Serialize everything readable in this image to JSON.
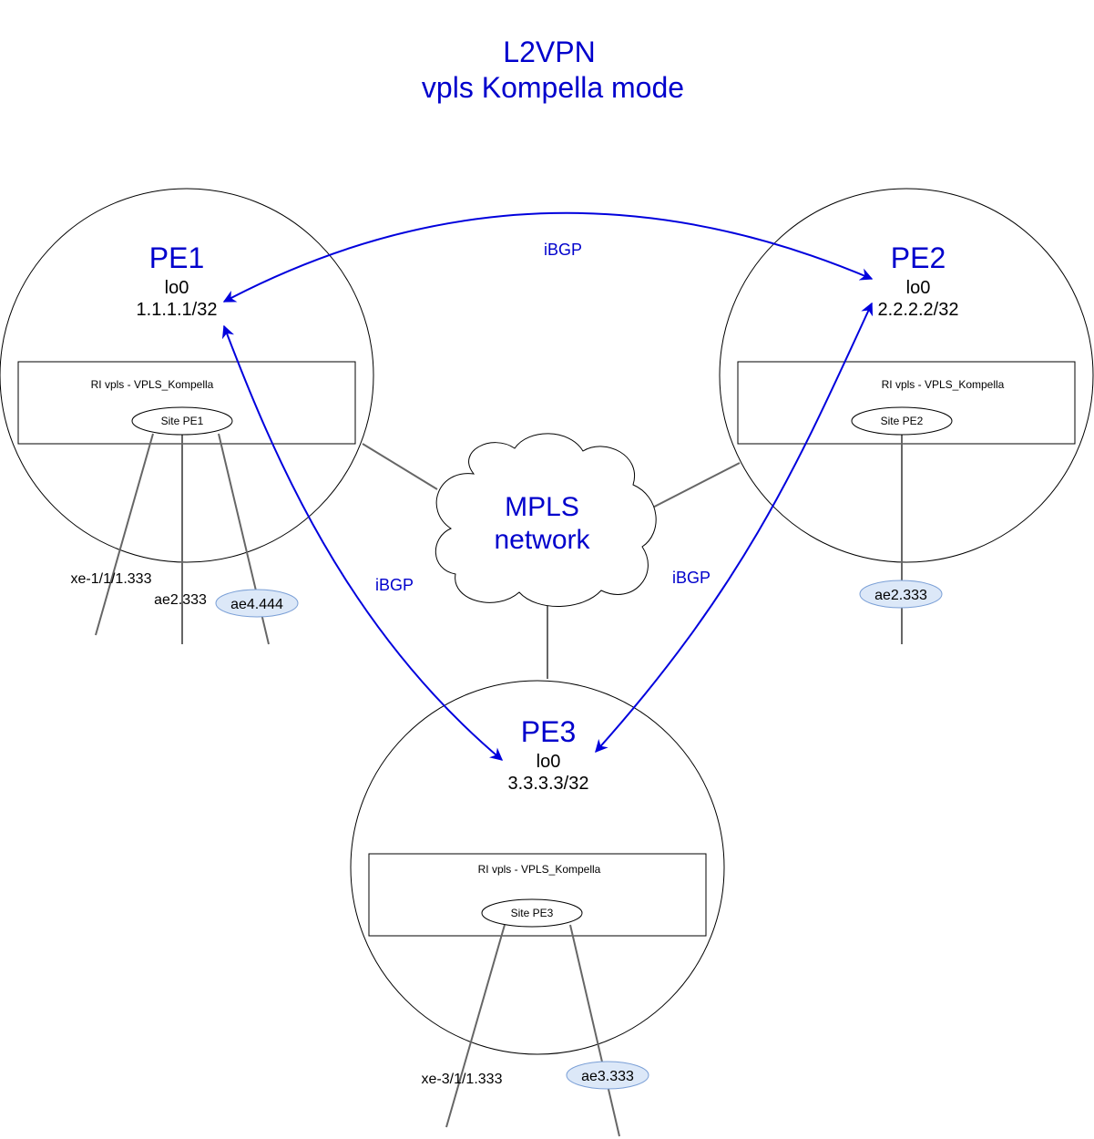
{
  "title": {
    "line1": "L2VPN",
    "line2": "vpls Kompella mode"
  },
  "colors": {
    "accent": "#0000cc",
    "arrow": "#0000dd",
    "link": "#666666",
    "tag_fill": "#dce8f8"
  },
  "routers": {
    "pe1": {
      "name": "PE1",
      "lo_label": "lo0",
      "lo_addr": "1.1.1.1/32",
      "ri_label": "RI vpls - VPLS_Kompella",
      "site": "Site PE1"
    },
    "pe2": {
      "name": "PE2",
      "lo_label": "lo0",
      "lo_addr": "2.2.2.2/32",
      "ri_label": "RI vpls - VPLS_Kompella",
      "site": "Site PE2"
    },
    "pe3": {
      "name": "PE3",
      "lo_label": "lo0",
      "lo_addr": "3.3.3.3/32",
      "ri_label": "RI vpls - VPLS_Kompella",
      "site": "Site PE3"
    }
  },
  "cloud": {
    "line1": "MPLS",
    "line2": "network"
  },
  "sessions": {
    "pe1_pe2": "iBGP",
    "pe1_pe3": "iBGP",
    "pe2_pe3": "iBGP"
  },
  "interfaces": {
    "pe1": [
      "xe-1/1/1.333",
      "ae2.333",
      "ae4.444"
    ],
    "pe2": [
      "ae2.333"
    ],
    "pe3": [
      "xe-3/1/1.333",
      "ae3.333"
    ]
  }
}
